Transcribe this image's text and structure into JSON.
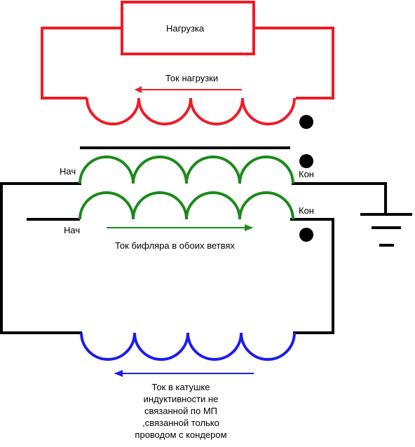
{
  "load_label": "Нагрузка",
  "load_current_label": "Ток нагрузки",
  "start_label_top": "Нач",
  "end_label_top": "Кон",
  "end_label_bottom": "Кон",
  "start_label_bottom": "Нач",
  "bifilar_current_label": "Ток бифляра в обоих ветвях",
  "inductor_note": "Ток в катушке\nиндуктивности не\nсвязанной по МП\n,связанной только\nпроводом с кондером",
  "colors": {
    "load_winding": "#ee1c25",
    "bifilar_winding": "#1a8a1a",
    "inductor": "#1c1cee",
    "wire": "#000000"
  }
}
